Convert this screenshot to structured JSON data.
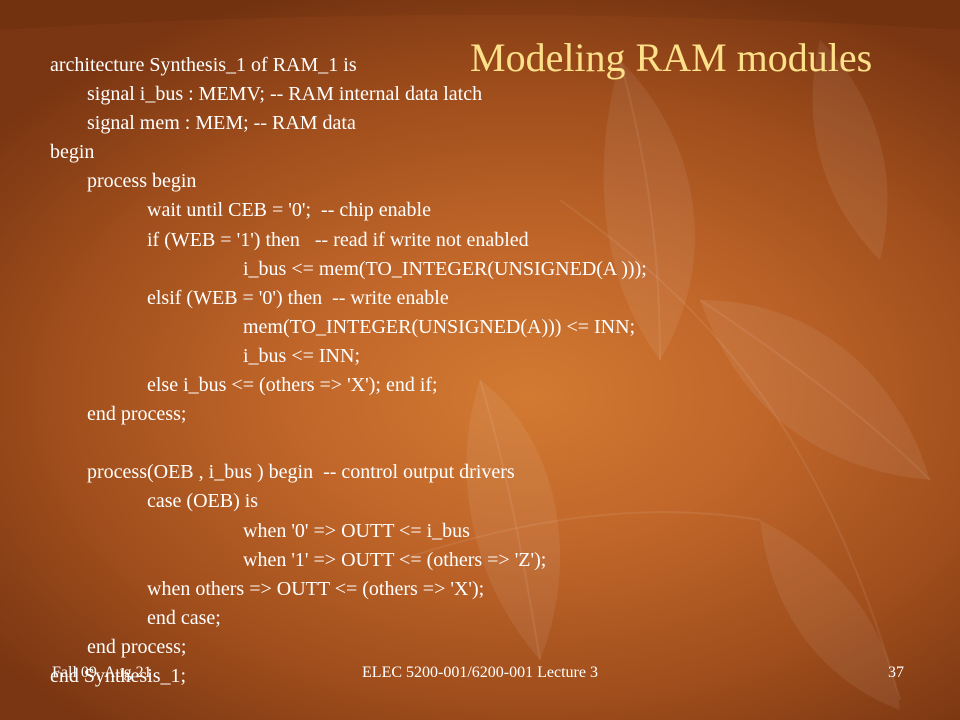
{
  "slide": {
    "title": "Modeling RAM modules",
    "code_lines": [
      {
        "indent": 0,
        "text": "architecture Synthesis_1 of RAM_1 is"
      },
      {
        "indent": 1,
        "text": "signal i_bus : MEMV; -- RAM internal data latch"
      },
      {
        "indent": 1,
        "text": "signal mem : MEM; -- RAM data"
      },
      {
        "indent": 0,
        "text": "begin"
      },
      {
        "indent": 1,
        "text": "process begin"
      },
      {
        "indent": 2,
        "text": "wait until CEB = '0';  -- chip enable"
      },
      {
        "indent": 2,
        "text": "if (WEB = '1') then   -- read if write not enabled"
      },
      {
        "indent": 3,
        "text": "i_bus <= mem(TO_INTEGER(UNSIGNED(A )));"
      },
      {
        "indent": 2,
        "text": "elsif (WEB = '0') then  -- write enable"
      },
      {
        "indent": 3,
        "text": "mem(TO_INTEGER(UNSIGNED(A))) <= INN;"
      },
      {
        "indent": 3,
        "text": "i_bus <= INN;"
      },
      {
        "indent": 2,
        "text": "else i_bus <= (others => 'X'); end if;"
      },
      {
        "indent": 1,
        "text": "end process;"
      },
      {
        "indent": 0,
        "text": ""
      },
      {
        "indent": 1,
        "text": "process(OEB , i_bus ) begin  -- control output drivers"
      },
      {
        "indent": 2,
        "text": "case (OEB) is"
      },
      {
        "indent": 3,
        "text": "when '0' => OUTT <= i_bus"
      },
      {
        "indent": 3,
        "text": "when '1' => OUTT <= (others => 'Z');"
      },
      {
        "indent": 2,
        "text": "when others => OUTT <= (others => 'X');"
      },
      {
        "indent": 2,
        "text": "end case;"
      },
      {
        "indent": 1,
        "text": "end process;"
      },
      {
        "indent": 0,
        "text": "end Synthesis_1;"
      }
    ]
  },
  "footer": {
    "date": "Fall 09, Aug 21",
    "course": "ELEC 5200-001/6200-001 Lecture 3",
    "page_number": "37"
  }
}
